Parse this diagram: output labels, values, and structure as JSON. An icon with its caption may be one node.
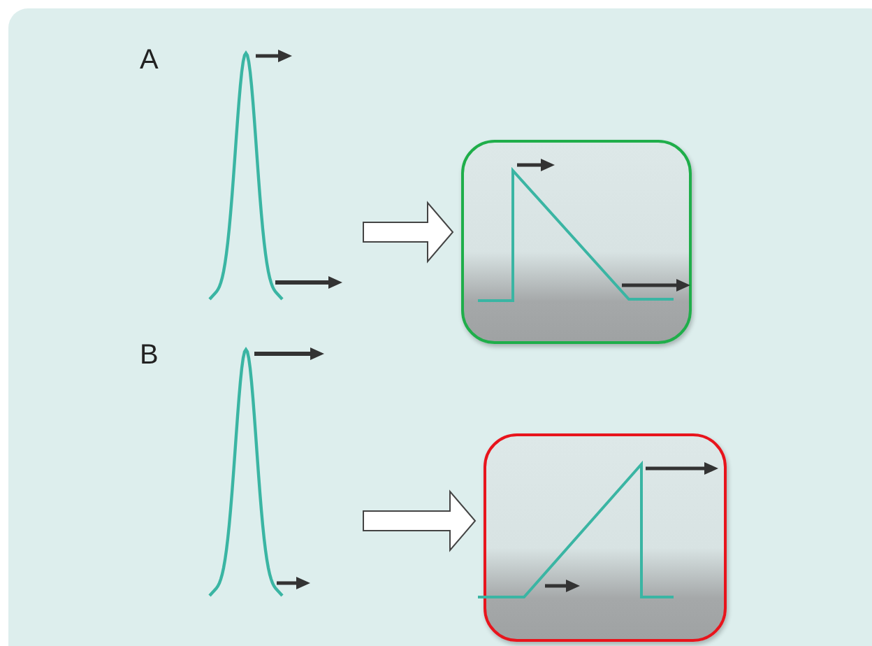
{
  "diagram": {
    "nodes": [
      {
        "text": [],
        "shape": "picture"
      },
      {
        "text": [],
        "shape": "picture"
      },
      {
        "text": [],
        "shape": "picture"
      },
      {
        "text": [],
        "shape": "picture"
      }
    ],
    "edges": [
      {
        "from": 0,
        "to": 1,
        "arrow": "to"
      },
      {
        "from": 2,
        "to": 3,
        "arrow": "to"
      }
    ],
    "labels": [
      "A",
      "B"
    ]
  }
}
